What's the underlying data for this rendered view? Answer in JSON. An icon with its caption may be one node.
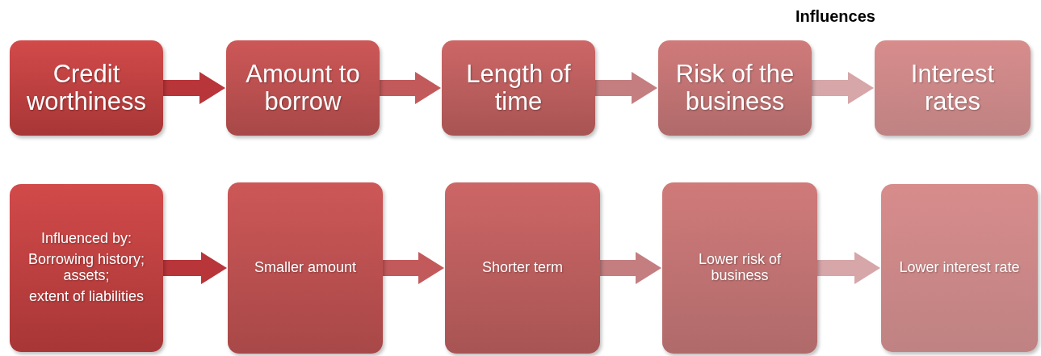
{
  "diagram": {
    "title": "Influences",
    "nodes": [
      {
        "text": [
          "Credit worthiness"
        ]
      },
      {
        "text": [
          "Amount to borrow"
        ]
      },
      {
        "text": [
          "Length of time"
        ]
      },
      {
        "text": [
          "Risk of the business"
        ]
      },
      {
        "text": [
          "Interest rates"
        ]
      },
      {
        "text": [
          "Influenced by:",
          "Borrowing history; assets;",
          "extent of liabilities"
        ]
      },
      {
        "text": [
          "Smaller amount"
        ]
      },
      {
        "text": [
          "Shorter term"
        ]
      },
      {
        "text": [
          "Lower risk of business"
        ]
      },
      {
        "text": [
          "Lower interest rate"
        ]
      }
    ],
    "edges": [
      {
        "from": 0,
        "to": 1,
        "arrow": "to",
        "color": "#b8353a"
      },
      {
        "from": 1,
        "to": 2,
        "arrow": "to",
        "color": "#c25a5c"
      },
      {
        "from": 2,
        "to": 3,
        "arrow": "to",
        "color": "#c47e80"
      },
      {
        "from": 3,
        "to": 4,
        "arrow": "to",
        "color": "#d6a6a8"
      },
      {
        "from": 5,
        "to": 6,
        "arrow": "to",
        "color": "#b8353a"
      },
      {
        "from": 6,
        "to": 7,
        "arrow": "to",
        "color": "#c25a5c"
      },
      {
        "from": 7,
        "to": 8,
        "arrow": "to",
        "color": "#c47e80"
      },
      {
        "from": 8,
        "to": 9,
        "arrow": "to",
        "color": "#d6a6a8"
      }
    ]
  }
}
